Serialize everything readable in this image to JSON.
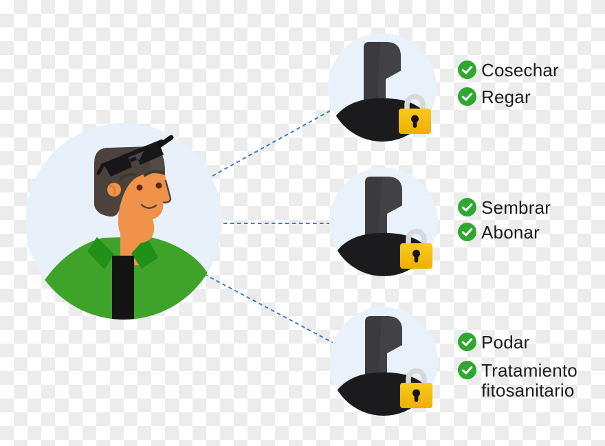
{
  "diagram": {
    "owner": {
      "icon": "man-with-sunglasses-avatar"
    },
    "delegates": [
      {
        "icon": "anonymous-user-avatar",
        "lock_icon": "padlock-icon",
        "permissions": [
          "Cosechar",
          "Regar"
        ]
      },
      {
        "icon": "anonymous-user-avatar",
        "lock_icon": "padlock-icon",
        "permissions": [
          "Sembrar",
          "Abonar"
        ]
      },
      {
        "icon": "anonymous-user-avatar",
        "lock_icon": "padlock-icon",
        "permissions": [
          "Podar",
          "Tratamiento fitosanitario"
        ]
      }
    ],
    "check_icon": "check-icon",
    "palette": {
      "check_green": "#2EA82E",
      "lock_yellow": "#F6C411",
      "lock_shackle_gray": "#D8D8D8",
      "line_blue": "#3E7CC2",
      "avatar_circle_bg": "#E9F2FB",
      "shirt_green": "#3FA32A",
      "collar_green": "#1F9018",
      "skin_orange": "#F0924A",
      "silhouette_gray": "#3B3B3F",
      "shoulders_black": "#1B1B1E",
      "checker_gray": "#ECECEC",
      "text_color": "#1C1C1E"
    }
  }
}
